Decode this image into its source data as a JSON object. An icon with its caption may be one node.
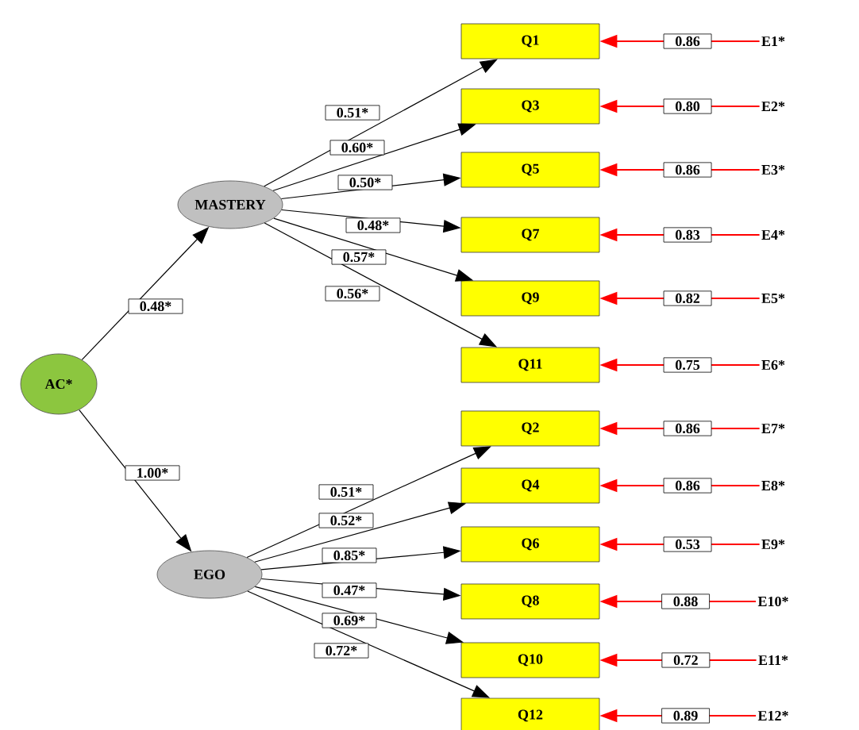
{
  "diagram": {
    "nodes": [
      {
        "text": [
          "AC*"
        ]
      },
      {
        "text": [
          "MASTERY"
        ]
      },
      {
        "text": [
          "EGO"
        ]
      },
      {
        "text": [
          "Q1"
        ]
      },
      {
        "text": [
          "Q3"
        ]
      },
      {
        "text": [
          "Q5"
        ]
      },
      {
        "text": [
          "Q7"
        ]
      },
      {
        "text": [
          "Q9"
        ]
      },
      {
        "text": [
          "Q11"
        ]
      },
      {
        "text": [
          "Q2"
        ]
      },
      {
        "text": [
          "Q4"
        ]
      },
      {
        "text": [
          "Q6"
        ]
      },
      {
        "text": [
          "Q8"
        ]
      },
      {
        "text": [
          "Q10"
        ]
      },
      {
        "text": [
          "Q12"
        ]
      },
      {
        "text": [
          "E1*"
        ]
      },
      {
        "text": [
          "E2*"
        ]
      },
      {
        "text": [
          "E3*"
        ]
      },
      {
        "text": [
          "E4*"
        ]
      },
      {
        "text": [
          "E5*"
        ]
      },
      {
        "text": [
          "E6*"
        ]
      },
      {
        "text": [
          "E7*"
        ]
      },
      {
        "text": [
          "E8*"
        ]
      },
      {
        "text": [
          "E9*"
        ]
      },
      {
        "text": [
          "E10*"
        ]
      },
      {
        "text": [
          "E11*"
        ]
      },
      {
        "text": [
          "E12*"
        ]
      }
    ],
    "edges": [
      {
        "from": 0,
        "to": 1,
        "arrow": "to",
        "label": "0.48*"
      },
      {
        "from": 0,
        "to": 2,
        "arrow": "to",
        "label": "1.00*"
      },
      {
        "from": 1,
        "to": 3,
        "arrow": "to",
        "label": "0.51*"
      },
      {
        "from": 1,
        "to": 4,
        "arrow": "to",
        "label": "0.60*"
      },
      {
        "from": 1,
        "to": 5,
        "arrow": "to",
        "label": "0.50*"
      },
      {
        "from": 1,
        "to": 6,
        "arrow": "to",
        "label": "0.48*"
      },
      {
        "from": 1,
        "to": 7,
        "arrow": "to",
        "label": "0.57*"
      },
      {
        "from": 1,
        "to": 8,
        "arrow": "to",
        "label": "0.56*"
      },
      {
        "from": 2,
        "to": 9,
        "arrow": "to",
        "label": "0.51*"
      },
      {
        "from": 2,
        "to": 10,
        "arrow": "to",
        "label": "0.52*"
      },
      {
        "from": 2,
        "to": 11,
        "arrow": "to",
        "label": "0.85*"
      },
      {
        "from": 2,
        "to": 12,
        "arrow": "to",
        "label": "0.47*"
      },
      {
        "from": 2,
        "to": 13,
        "arrow": "to",
        "label": "0.69*"
      },
      {
        "from": 2,
        "to": 14,
        "arrow": "to",
        "label": "0.72*"
      },
      {
        "from": 15,
        "to": 3,
        "arrow": "to",
        "label": "0.86",
        "color": "#ff0000"
      },
      {
        "from": 16,
        "to": 4,
        "arrow": "to",
        "label": "0.80",
        "color": "#ff0000"
      },
      {
        "from": 17,
        "to": 5,
        "arrow": "to",
        "label": "0.86",
        "color": "#ff0000"
      },
      {
        "from": 18,
        "to": 6,
        "arrow": "to",
        "label": "0.83",
        "color": "#ff0000"
      },
      {
        "from": 19,
        "to": 7,
        "arrow": "to",
        "label": "0.82",
        "color": "#ff0000"
      },
      {
        "from": 20,
        "to": 8,
        "arrow": "to",
        "label": "0.75",
        "color": "#ff0000"
      },
      {
        "from": 21,
        "to": 9,
        "arrow": "to",
        "label": "0.86",
        "color": "#ff0000"
      },
      {
        "from": 22,
        "to": 10,
        "arrow": "to",
        "label": "0.86",
        "color": "#ff0000"
      },
      {
        "from": 23,
        "to": 11,
        "arrow": "to",
        "label": "0.53",
        "color": "#ff0000"
      },
      {
        "from": 24,
        "to": 12,
        "arrow": "to",
        "label": "0.88",
        "color": "#ff0000"
      },
      {
        "from": 25,
        "to": 13,
        "arrow": "to",
        "label": "0.72",
        "color": "#ff0000"
      },
      {
        "from": 26,
        "to": 14,
        "arrow": "to",
        "label": "0.89",
        "color": "#ff0000"
      }
    ]
  }
}
